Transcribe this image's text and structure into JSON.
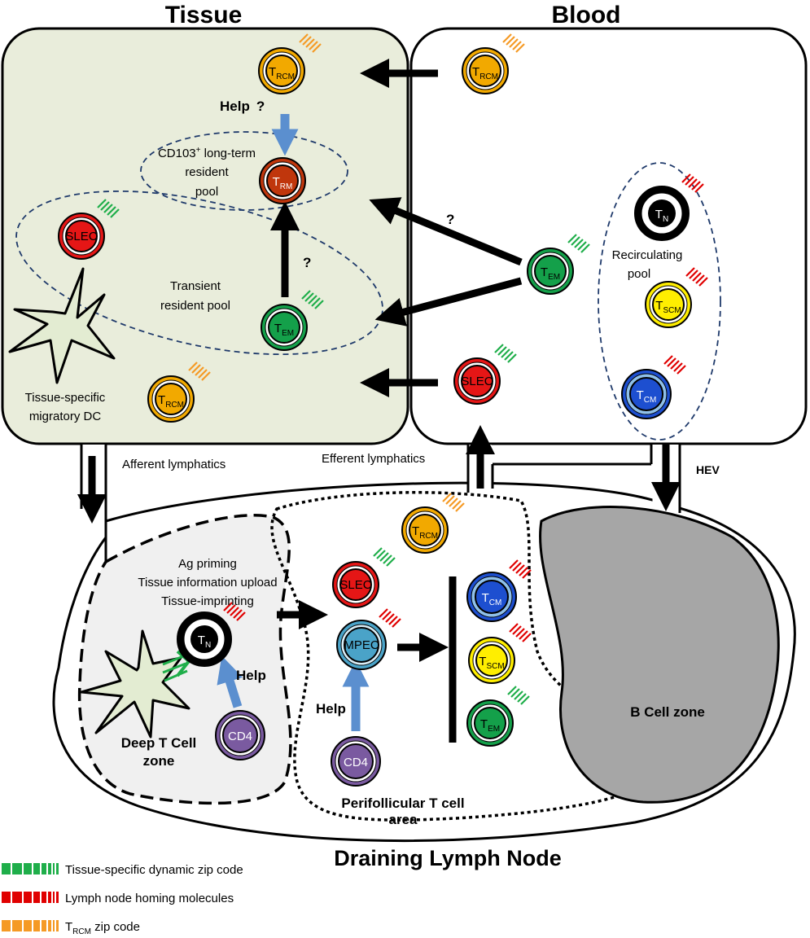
{
  "compartments": {
    "tissue": "Tissue",
    "blood": "Blood",
    "lymph_node": "Draining Lymph Node"
  },
  "labels": {
    "help_q": "Help",
    "q_mark": "?",
    "cd103_sup": "+",
    "cd103_rest": " long-term",
    "cd103_pre": "CD103",
    "resident": "resident",
    "pool": "pool",
    "transient_1": "Transient",
    "transient_2": "resident  pool",
    "recirc_1": "Recirculating",
    "recirc_2": "pool",
    "tissue_dc_1": "Tissue-specific",
    "tissue_dc_2": "migratory DC",
    "afferent": "Afferent lymphatics",
    "efferent": "Efferent lymphatics",
    "hev": "HEV",
    "ag_priming": "Ag priming",
    "tissue_upload": "Tissue information upload",
    "tissue_imprint": "Tissue-imprinting",
    "help": "Help",
    "deep_tcell_1": "Deep T Cell",
    "deep_tcell_2": "zone",
    "perifollicular_1": "Perifollicular T cell",
    "perifollicular_2": "area",
    "b_cell_zone": "B Cell zone"
  },
  "cells": {
    "t": "T",
    "rcm": "RCM",
    "rm": "RM",
    "em": "EM",
    "n": "N",
    "scm": "SCM",
    "cm": "CM",
    "slec": "SLEC",
    "mpec": "MPEC",
    "cd4": "CD4"
  },
  "legend": {
    "green": "Tissue-specific dynamic zip code",
    "red": "Lymph node homing molecules",
    "orange_t": "T",
    "orange_sub": "RCM",
    "orange_rest": " zip code"
  },
  "colors": {
    "tissue_fill": "#e9eddb",
    "deep_zone_fill": "#f0f0f0",
    "b_zone_fill": "#a6a6a6",
    "trcm": "#f2a900",
    "trm": "#c0360c",
    "slec": "#e51616",
    "tem": "#14a04a",
    "tn": "#000000",
    "tscm": "#ffee00",
    "tcm": "#1d4fd0",
    "mpec": "#4aa3c8",
    "cd4": "#7a5aa0",
    "dc": "#e3ecd2",
    "help_arrow": "#5b8fcf",
    "green_code": "#1fae4a",
    "red_code": "#e00000",
    "orange_code": "#f59a25"
  }
}
